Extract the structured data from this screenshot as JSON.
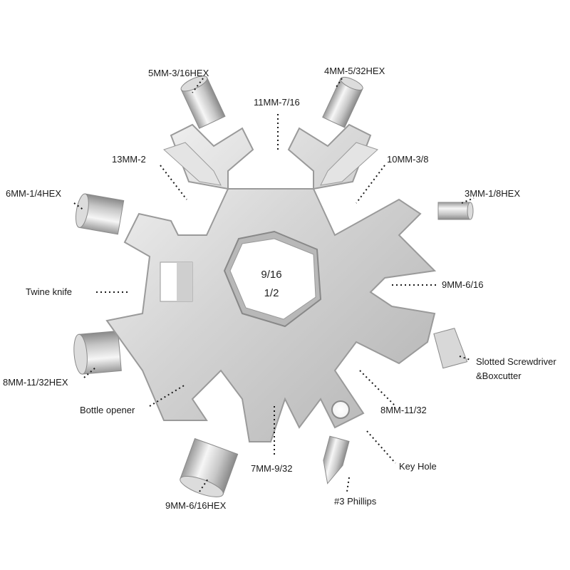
{
  "center": {
    "line1": "9/16",
    "line2": "1/2"
  },
  "labels": {
    "hex_5mm": "5MM-3/16HEX",
    "hex_4mm": "4MM-5/32HEX",
    "w_11mm": "11MM-7/16",
    "w_13mm": "13MM-2",
    "w_10mm": "10MM-3/8",
    "hex_6mm": "6MM-1/4HEX",
    "hex_3mm": "3MM-1/8HEX",
    "twine": "Twine knife",
    "w_9mm": "9MM-6/16",
    "hex_8mm": "8MM-11/32HEX",
    "slotted_1": "Slotted Screwdriver",
    "slotted_2": "&Boxcutter",
    "bottle": "Bottle opener",
    "w_8mm": "8MM-11/32",
    "keyhole": "Key Hole",
    "w_7mm": "7MM-9/32",
    "hex_9mm": "9MM-6/16HEX",
    "phillips": "#3 Phillips"
  },
  "colors": {
    "metal_light": "#ececec",
    "metal_mid": "#c9c9c9",
    "metal_dark": "#8e8e8e",
    "text": "#1a1a1a"
  }
}
